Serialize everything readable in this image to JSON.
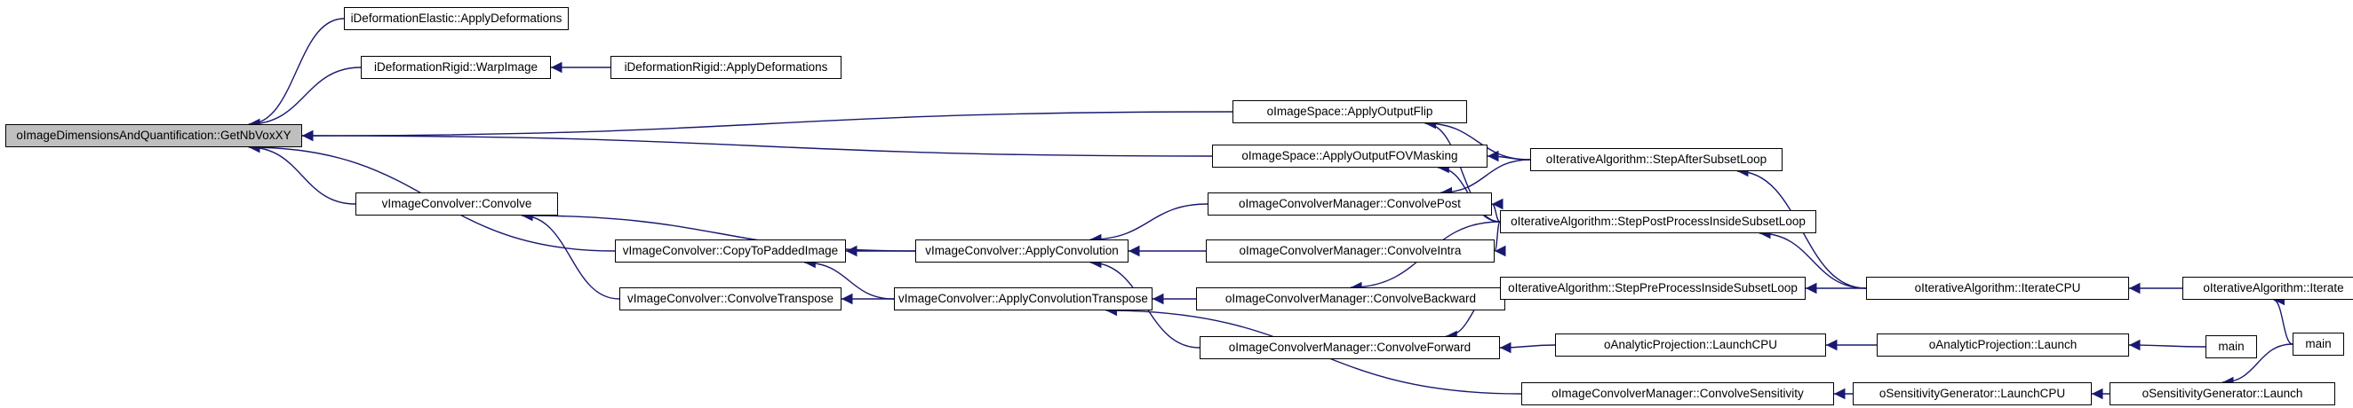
{
  "graph": {
    "colors": {
      "edge": "#191970",
      "node_border": "#000000",
      "node_fill": "#ffffff",
      "root_fill": "#bfbfbf"
    },
    "nodes": [
      {
        "id": "n0",
        "label": "oImageDimensionsAndQuantification::GetNbVoxXY",
        "root": true
      },
      {
        "id": "n1",
        "label": "iDeformationElastic::ApplyDeformations"
      },
      {
        "id": "n2",
        "label": "iDeformationRigid::WarpImage"
      },
      {
        "id": "n3",
        "label": "iDeformationRigid::ApplyDeformations"
      },
      {
        "id": "n4",
        "label": "oImageSpace::ApplyOutputFlip"
      },
      {
        "id": "n5",
        "label": "oImageSpace::ApplyOutputFOVMasking"
      },
      {
        "id": "n6",
        "label": "oIterativeAlgorithm::StepAfterSubsetLoop"
      },
      {
        "id": "n7",
        "label": "vImageConvolver::Convolve"
      },
      {
        "id": "n8",
        "label": "oImageConvolverManager::ConvolvePost"
      },
      {
        "id": "n9",
        "label": "oIterativeAlgorithm::StepPostProcessInsideSubsetLoop"
      },
      {
        "id": "n10",
        "label": "vImageConvolver::CopyToPaddedImage"
      },
      {
        "id": "n11",
        "label": "vImageConvolver::ApplyConvolution"
      },
      {
        "id": "n12",
        "label": "oImageConvolverManager::ConvolveIntra"
      },
      {
        "id": "n13",
        "label": "vImageConvolver::ConvolveTranspose"
      },
      {
        "id": "n14",
        "label": "vImageConvolver::ApplyConvolutionTranspose"
      },
      {
        "id": "n15",
        "label": "oImageConvolverManager::ConvolveBackward"
      },
      {
        "id": "n16",
        "label": "oIterativeAlgorithm::StepPreProcessInsideSubsetLoop"
      },
      {
        "id": "n17",
        "label": "oIterativeAlgorithm::IterateCPU"
      },
      {
        "id": "n18",
        "label": "oIterativeAlgorithm::Iterate"
      },
      {
        "id": "n19",
        "label": "oImageConvolverManager::ConvolveForward"
      },
      {
        "id": "n20",
        "label": "oAnalyticProjection::LaunchCPU"
      },
      {
        "id": "n21",
        "label": "oAnalyticProjection::Launch"
      },
      {
        "id": "n22",
        "label": "main"
      },
      {
        "id": "n23",
        "label": "main"
      },
      {
        "id": "n24",
        "label": "oImageConvolverManager::ConvolveSensitivity"
      },
      {
        "id": "n25",
        "label": "oSensitivityGenerator::LaunchCPU"
      },
      {
        "id": "n26",
        "label": "oSensitivityGenerator::Launch"
      }
    ],
    "edges": [
      {
        "from": "n1",
        "to": "n0"
      },
      {
        "from": "n2",
        "to": "n0"
      },
      {
        "from": "n3",
        "to": "n2"
      },
      {
        "from": "n4",
        "to": "n0"
      },
      {
        "from": "n5",
        "to": "n0"
      },
      {
        "from": "n7",
        "to": "n0"
      },
      {
        "from": "n10",
        "to": "n0"
      },
      {
        "from": "n6",
        "to": "n4"
      },
      {
        "from": "n9",
        "to": "n4"
      },
      {
        "from": "n6",
        "to": "n5"
      },
      {
        "from": "n9",
        "to": "n5"
      },
      {
        "from": "n17",
        "to": "n6"
      },
      {
        "from": "n17",
        "to": "n9"
      },
      {
        "from": "n16",
        "to": "n19"
      },
      {
        "from": "n17",
        "to": "n16"
      },
      {
        "from": "n18",
        "to": "n17"
      },
      {
        "from": "n23",
        "to": "n18"
      },
      {
        "from": "n11",
        "to": "n7"
      },
      {
        "from": "n13",
        "to": "n7"
      },
      {
        "from": "n11",
        "to": "n10"
      },
      {
        "from": "n14",
        "to": "n10"
      },
      {
        "from": "n14",
        "to": "n13"
      },
      {
        "from": "n8",
        "to": "n11"
      },
      {
        "from": "n12",
        "to": "n11"
      },
      {
        "from": "n19",
        "to": "n11"
      },
      {
        "from": "n15",
        "to": "n14"
      },
      {
        "from": "n24",
        "to": "n14"
      },
      {
        "from": "n9",
        "to": "n8"
      },
      {
        "from": "n6",
        "to": "n8"
      },
      {
        "from": "n9",
        "to": "n12"
      },
      {
        "from": "n9",
        "to": "n15"
      },
      {
        "from": "n20",
        "to": "n19"
      },
      {
        "from": "n21",
        "to": "n20"
      },
      {
        "from": "n22",
        "to": "n21"
      },
      {
        "from": "n25",
        "to": "n24"
      },
      {
        "from": "n26",
        "to": "n25"
      },
      {
        "from": "n23",
        "to": "n26"
      }
    ]
  }
}
